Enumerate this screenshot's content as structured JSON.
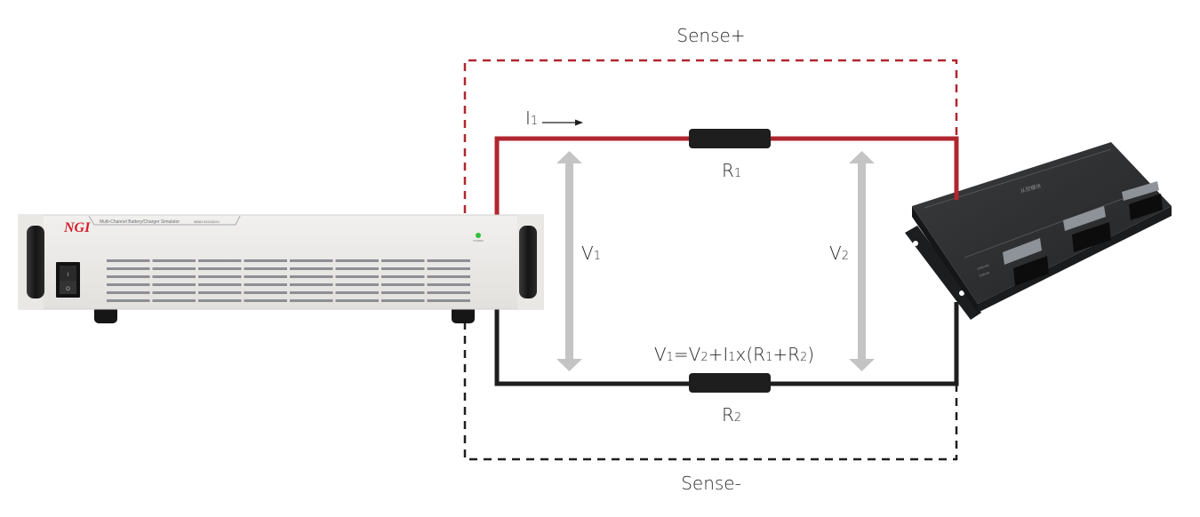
{
  "diagram": {
    "title": "Remote sense wiring diagram",
    "labels": {
      "sense_plus": "Sense+",
      "sense_minus": "Sense-",
      "current": {
        "base": "I",
        "sub": "1"
      },
      "r1": {
        "base": "R",
        "sub": "1"
      },
      "r2": {
        "base": "R",
        "sub": "2"
      },
      "v1": {
        "base": "V",
        "sub": "1"
      },
      "v2": {
        "base": "V",
        "sub": "2"
      },
      "equation": {
        "parts": [
          {
            "t": "V",
            "s": false
          },
          {
            "t": "1",
            "s": true
          },
          {
            "t": "=V",
            "s": false
          },
          {
            "t": "2",
            "s": true
          },
          {
            "t": "+I",
            "s": false
          },
          {
            "t": "1",
            "s": true
          },
          {
            "t": "x(R",
            "s": false
          },
          {
            "t": "1",
            "s": true
          },
          {
            "t": "+R",
            "s": false
          },
          {
            "t": "2",
            "s": true
          },
          {
            "t": ")",
            "s": false
          }
        ]
      }
    },
    "simulator": {
      "brand": "NGI",
      "panel_text": "Multi-Channel Battery/Charger Simulator",
      "model_text": "N8364 BXX/ADXX",
      "power_label": "POWER",
      "switch_on": "I",
      "switch_off": "O"
    },
    "load_device": {
      "top_label": "从控模块",
      "port_labels": [
        "CAN-H/L",
        "CAN-IN"
      ]
    },
    "colors": {
      "positive": "#b0262f",
      "negative": "#1e1e1e",
      "arrow": "#c4c4c4",
      "resistor": "#1e1e1e",
      "power_led": "#2fbf3b"
    }
  }
}
